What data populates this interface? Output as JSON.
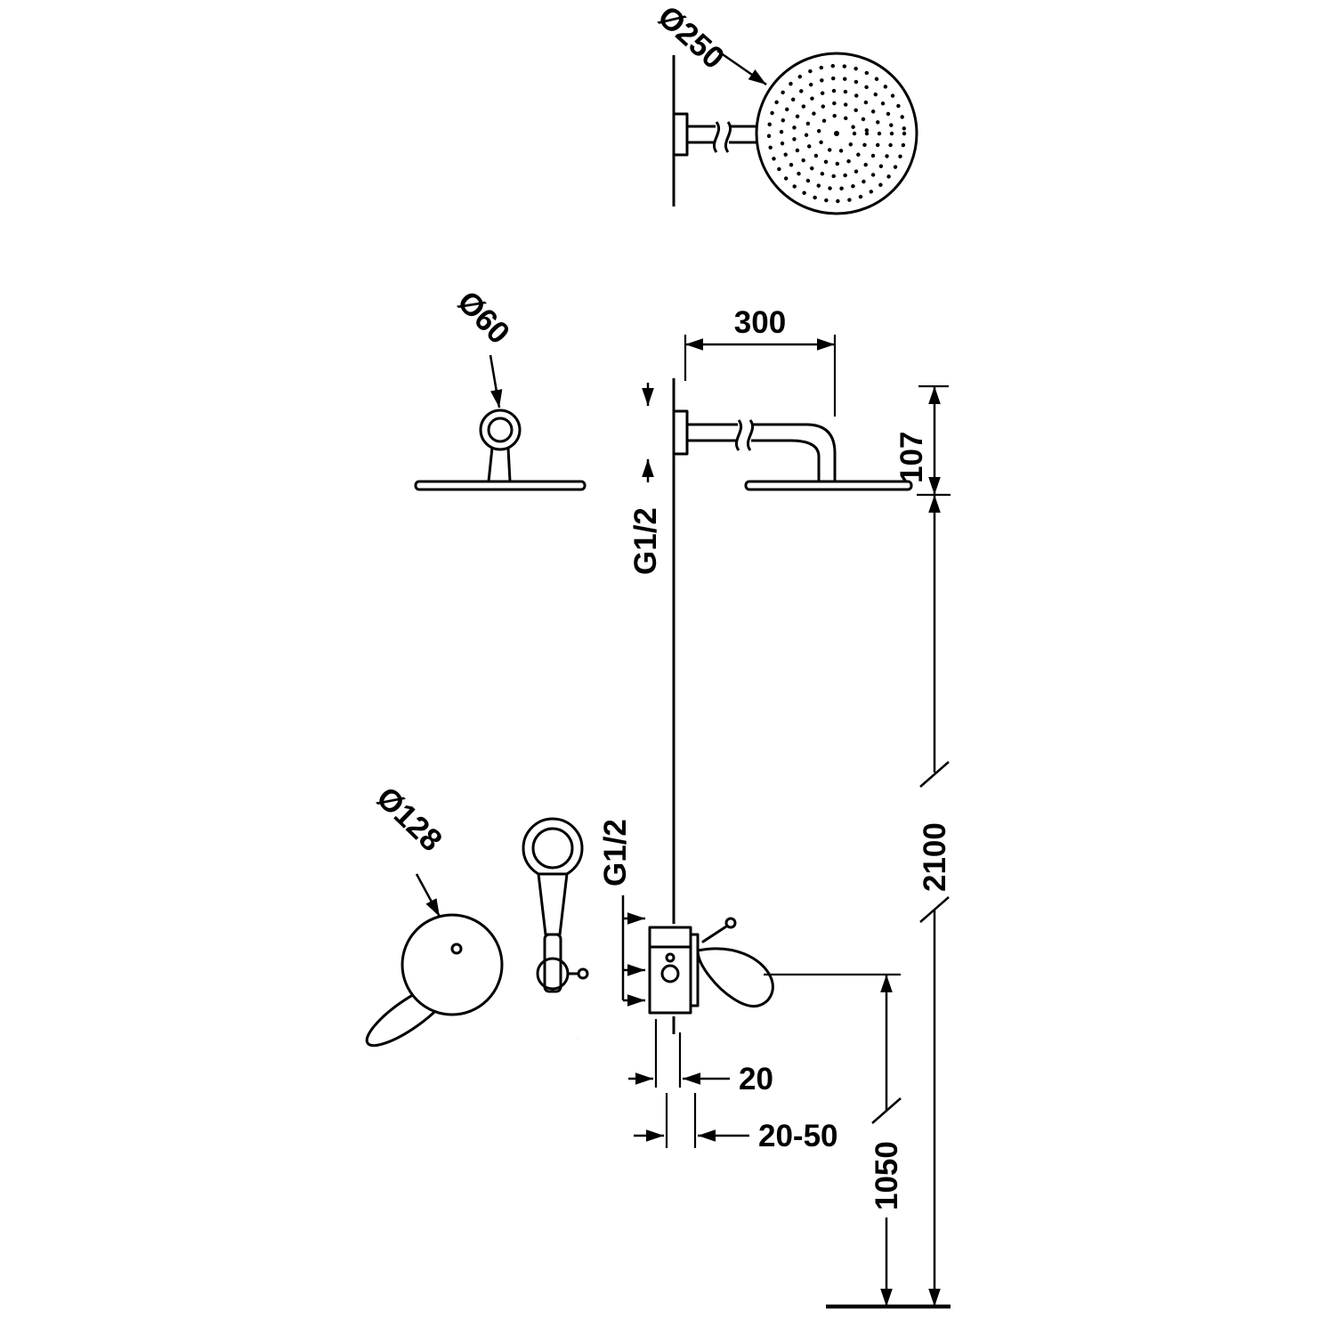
{
  "labels": {
    "head_diameter": "Ø250",
    "arm_flange_diameter": "Ø60",
    "trim_diameter": "Ø128",
    "arm_length": "300",
    "head_drop": "107",
    "top_connection": "G1/2",
    "valve_connection": "G1/2",
    "total_height": "2100",
    "rough_depth": "20",
    "wall_thickness_range": "20-50",
    "valve_height": "1050"
  },
  "colors": {
    "line": "#000000",
    "background": "#ffffff"
  }
}
